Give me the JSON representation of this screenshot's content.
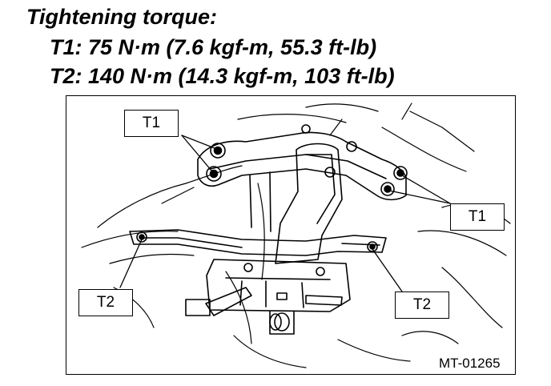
{
  "header": {
    "title": "Tightening torque:",
    "t1_spec": "T1: 75 N·m (7.6 kgf-m, 55.3 ft-lb)",
    "t2_spec": "T2: 140 N·m (14.3 kgf-m, 103 ft-lb)"
  },
  "callouts": {
    "t1_left": "T1",
    "t1_right": "T1",
    "t2_left": "T2",
    "t2_right": "T2"
  },
  "figure_code": "MT-01265",
  "icons": [
    "bolt-icon"
  ],
  "colors": {
    "ink": "#000000",
    "background": "#ffffff"
  }
}
